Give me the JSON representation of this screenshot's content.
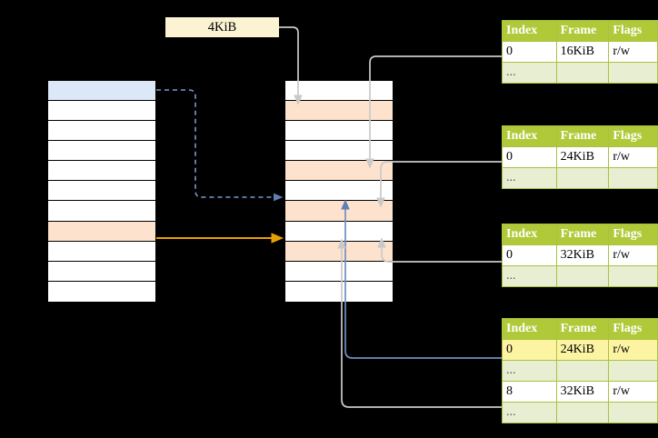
{
  "diagram": {
    "title_label": "4KiB",
    "colors": {
      "table_header_bg": "#afc939",
      "table_border": "#a9c23f",
      "ellipsis_row_bg": "#e8eed2",
      "highlight_yellow": "#fcf4a3",
      "highlight_orange": "#fde3cd",
      "highlight_blue": "#dce8f8",
      "label_bg": "#fcf3d3",
      "arrow_gray": "#c9c9c9",
      "arrow_blue": "#6f8fc0",
      "arrow_orange": "#e8a200",
      "background": "#000000"
    },
    "virtual_memory_column": {
      "name": "virtual-address-space",
      "row_count": 11,
      "rows": [
        {
          "index": 0,
          "fill": "blue"
        },
        {
          "index": 1,
          "fill": "white"
        },
        {
          "index": 2,
          "fill": "white"
        },
        {
          "index": 3,
          "fill": "white"
        },
        {
          "index": 4,
          "fill": "white"
        },
        {
          "index": 5,
          "fill": "white"
        },
        {
          "index": 6,
          "fill": "white"
        },
        {
          "index": 7,
          "fill": "orange"
        },
        {
          "index": 8,
          "fill": "white"
        },
        {
          "index": 9,
          "fill": "white"
        },
        {
          "index": 10,
          "fill": "white"
        }
      ]
    },
    "physical_memory_column": {
      "name": "physical-address-space",
      "row_count": 11,
      "rows": [
        {
          "index": 0,
          "fill": "white"
        },
        {
          "index": 1,
          "fill": "orange"
        },
        {
          "index": 2,
          "fill": "white"
        },
        {
          "index": 3,
          "fill": "white"
        },
        {
          "index": 4,
          "fill": "orange"
        },
        {
          "index": 5,
          "fill": "white"
        },
        {
          "index": 6,
          "fill": "orange"
        },
        {
          "index": 7,
          "fill": "white"
        },
        {
          "index": 8,
          "fill": "orange"
        },
        {
          "index": 9,
          "fill": "white"
        },
        {
          "index": 10,
          "fill": "white"
        }
      ]
    },
    "page_tables": [
      {
        "id": "level-1",
        "headers": [
          "Index",
          "Frame",
          "Flags"
        ],
        "rows": [
          {
            "type": "data",
            "index": "0",
            "frame": "16KiB",
            "flags": "r/w",
            "highlight": false
          },
          {
            "type": "ellipsis",
            "index": "...",
            "frame": "",
            "flags": "",
            "highlight": false
          }
        ]
      },
      {
        "id": "level-2",
        "headers": [
          "Index",
          "Frame",
          "Flags"
        ],
        "rows": [
          {
            "type": "data",
            "index": "0",
            "frame": "24KiB",
            "flags": "r/w",
            "highlight": false
          },
          {
            "type": "ellipsis",
            "index": "...",
            "frame": "",
            "flags": "",
            "highlight": false
          }
        ]
      },
      {
        "id": "level-3",
        "headers": [
          "Index",
          "Frame",
          "Flags"
        ],
        "rows": [
          {
            "type": "data",
            "index": "0",
            "frame": "32KiB",
            "flags": "r/w",
            "highlight": false
          },
          {
            "type": "ellipsis",
            "index": "...",
            "frame": "",
            "flags": "",
            "highlight": false
          }
        ]
      },
      {
        "id": "level-4",
        "headers": [
          "Index",
          "Frame",
          "Flags"
        ],
        "rows": [
          {
            "type": "data",
            "index": "0",
            "frame": "24KiB",
            "flags": "r/w",
            "highlight": true
          },
          {
            "type": "ellipsis",
            "index": "...",
            "frame": "",
            "flags": "",
            "highlight": false
          },
          {
            "type": "data",
            "index": "8",
            "frame": "32KiB",
            "flags": "r/w",
            "highlight": false
          },
          {
            "type": "ellipsis",
            "index": "...",
            "frame": "",
            "flags": "",
            "highlight": false
          }
        ]
      }
    ]
  }
}
